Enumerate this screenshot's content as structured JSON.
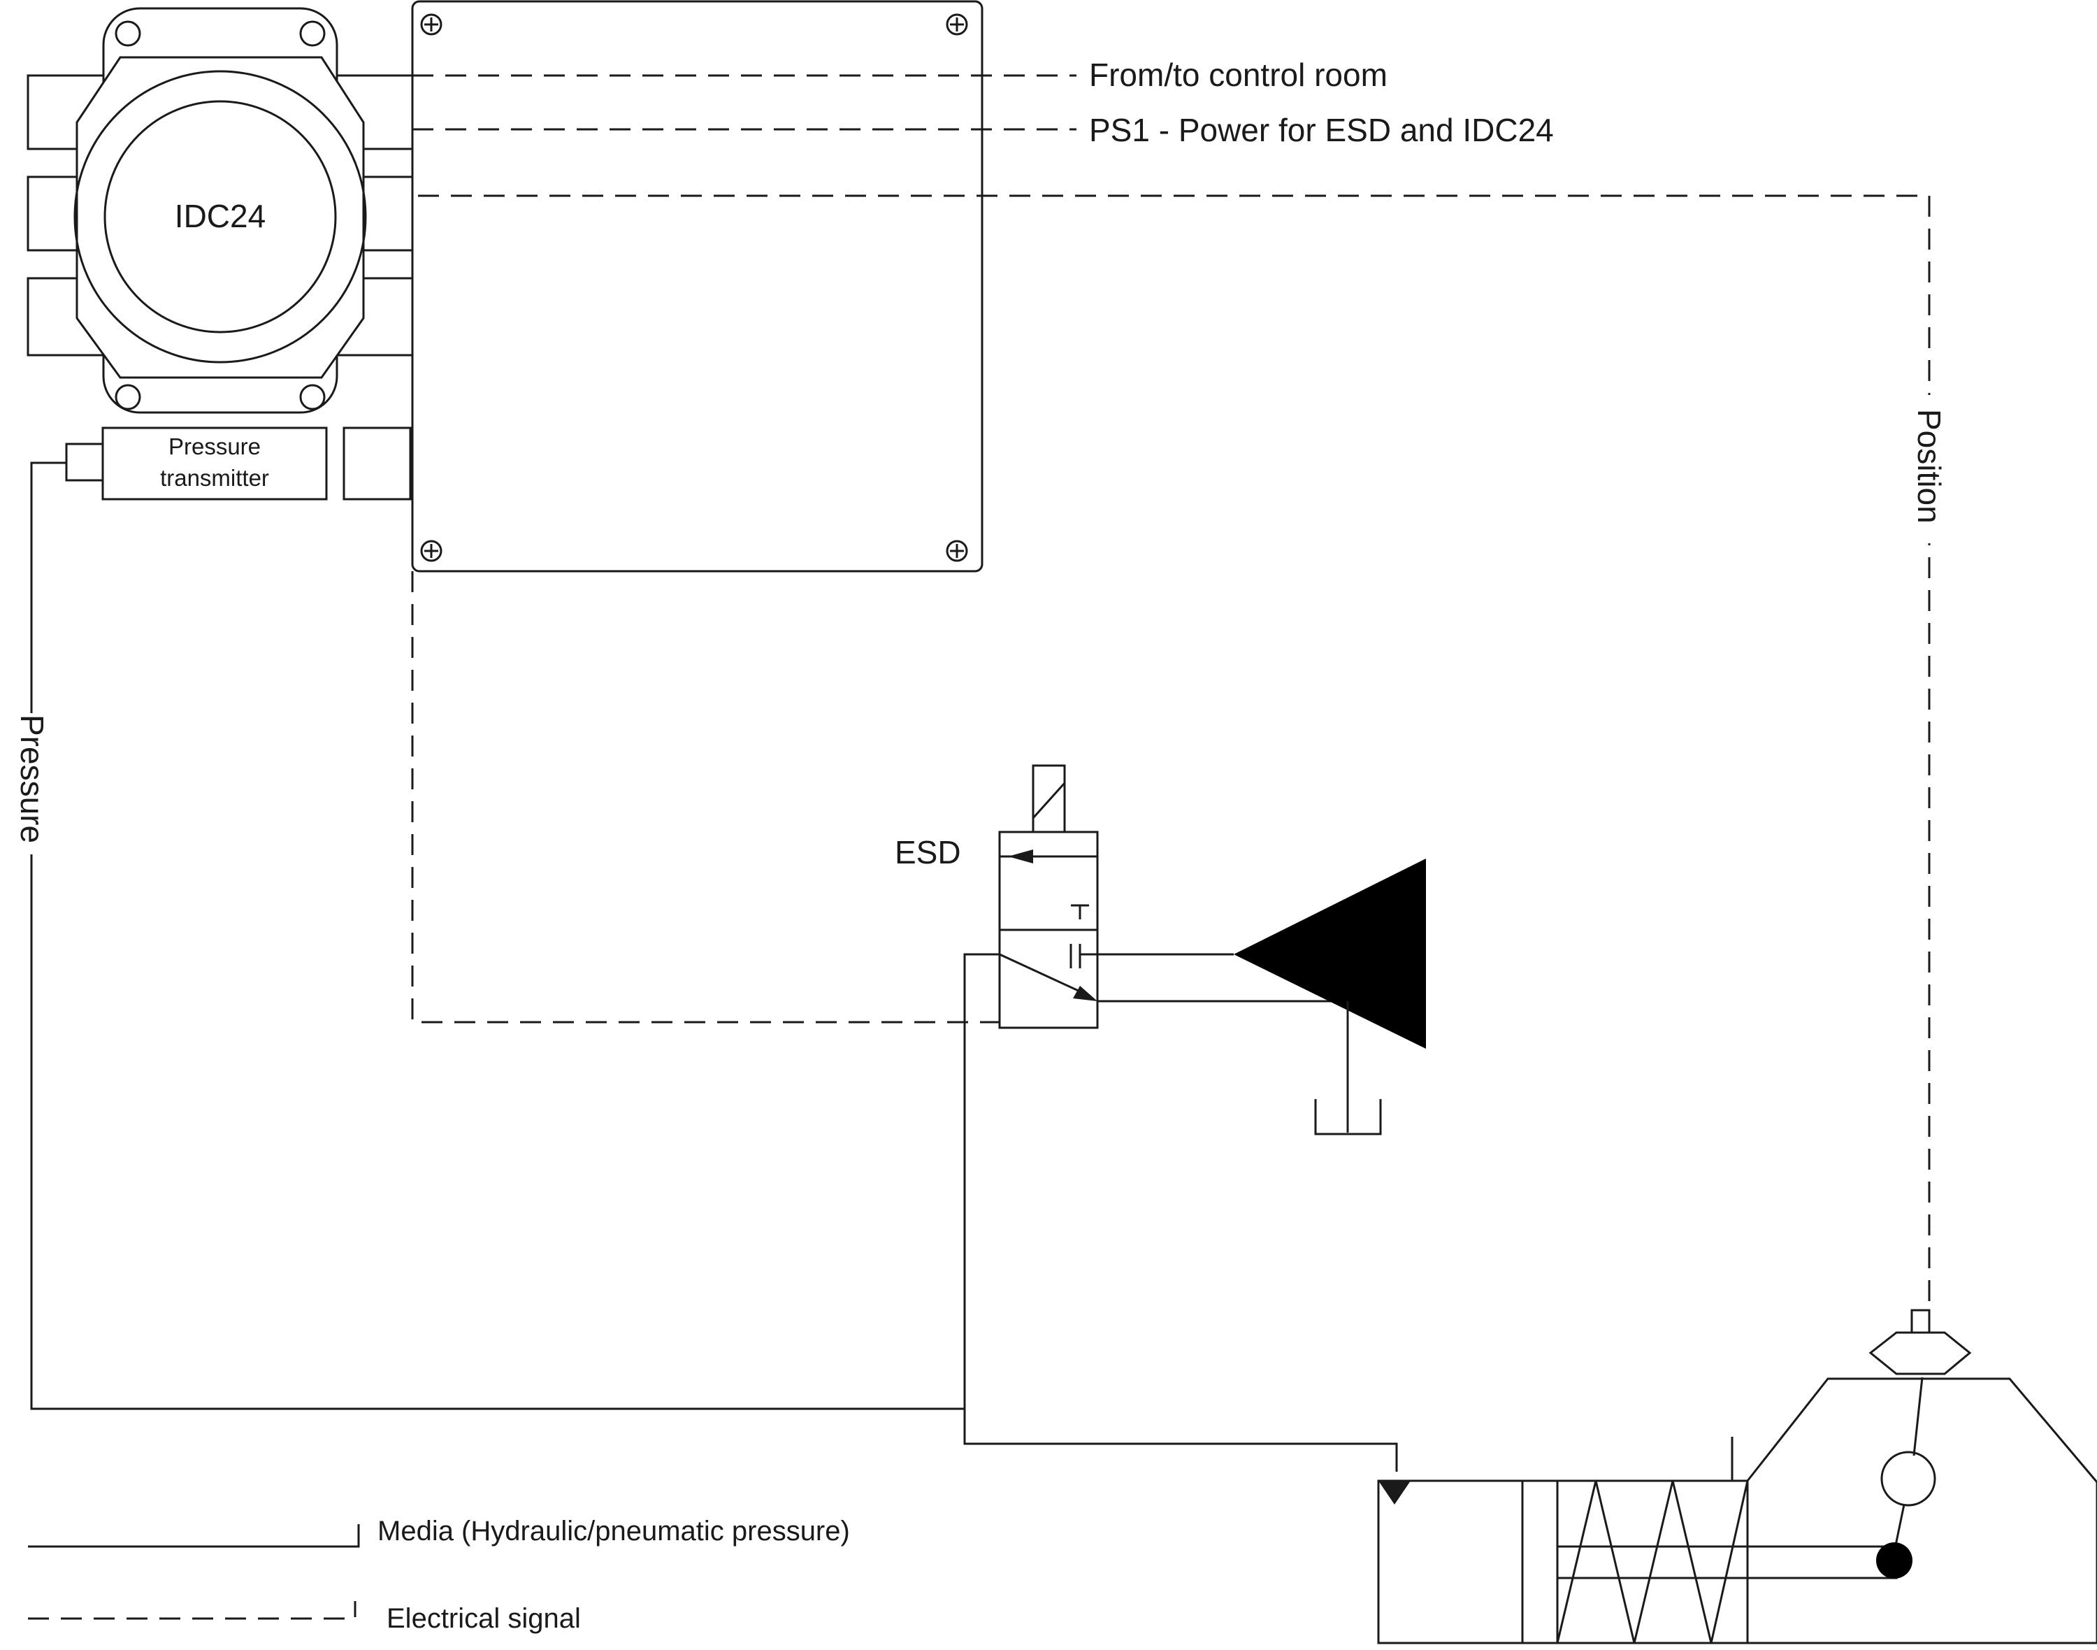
{
  "labels": {
    "controller": "IDC24",
    "transmitter_line1": "Pressure",
    "transmitter_line2": "transmitter",
    "control_room": "From/to control room",
    "power": "PS1 - Power for ESD and IDC24",
    "position": "Position",
    "pressure": "Pressure",
    "esd": "ESD"
  },
  "legend": {
    "media": "Media (Hydraulic/pneumatic pressure)",
    "electrical": "Electrical signal"
  },
  "colors": {
    "line": "#1a1a1a",
    "background": "#ffffff"
  }
}
